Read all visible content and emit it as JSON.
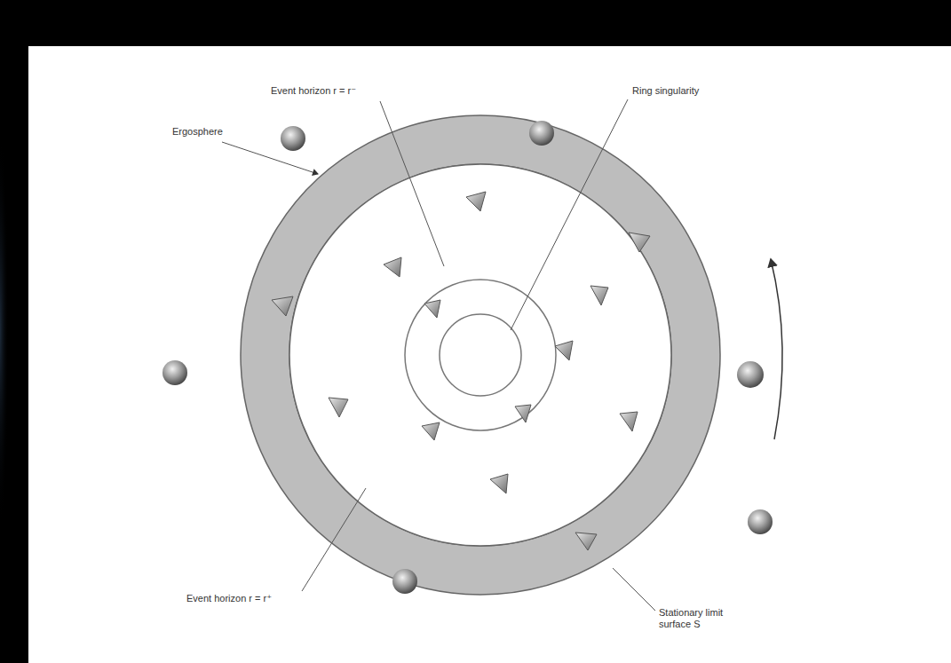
{
  "diagram": {
    "labels": [
      "Event horizon r = r⁻",
      "Ring singularity",
      "Ergosphere",
      "Event horizon r = r⁺",
      "Stationary limit surface S"
    ]
  }
}
